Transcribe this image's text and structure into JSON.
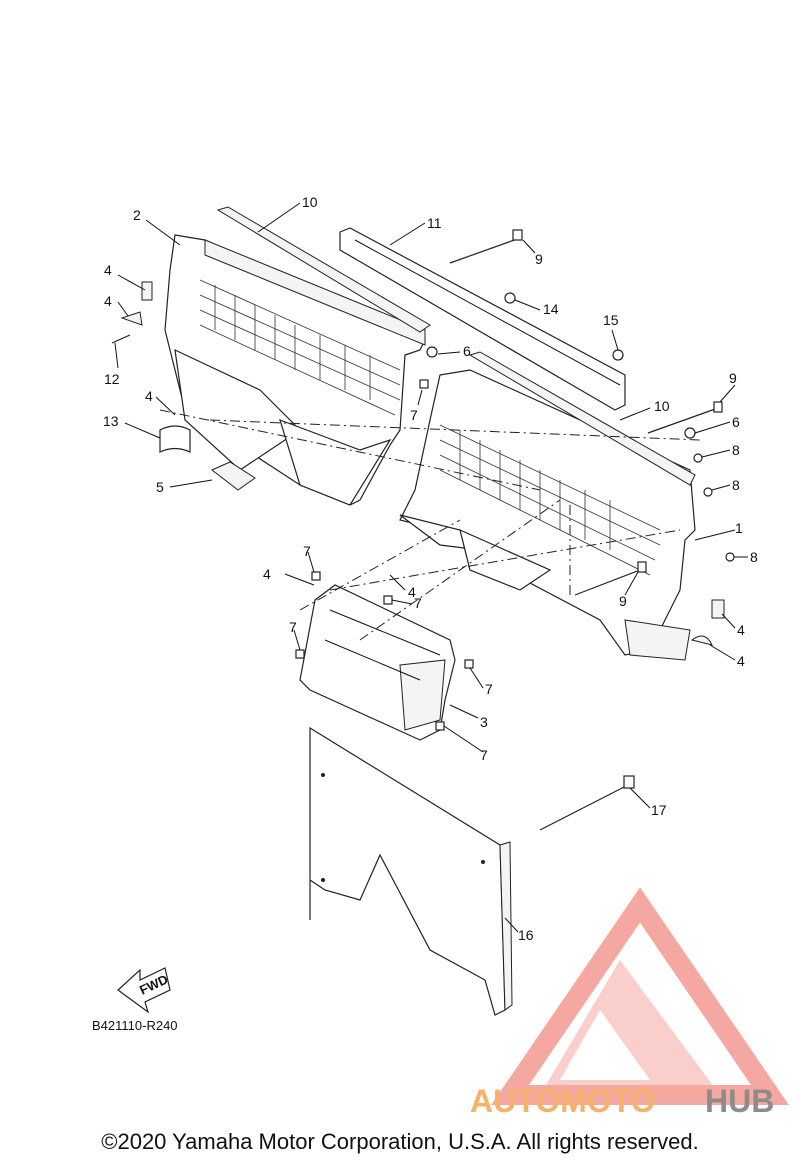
{
  "callouts": [
    {
      "id": "c1",
      "text": "1"
    },
    {
      "id": "c2",
      "text": "2"
    },
    {
      "id": "c3",
      "text": "3"
    },
    {
      "id": "c4a",
      "text": "4"
    },
    {
      "id": "c4b",
      "text": "4"
    },
    {
      "id": "c4c",
      "text": "4"
    },
    {
      "id": "c4d",
      "text": "4"
    },
    {
      "id": "c4e",
      "text": "4"
    },
    {
      "id": "c4f",
      "text": "4"
    },
    {
      "id": "c4g",
      "text": "4"
    },
    {
      "id": "c5",
      "text": "5"
    },
    {
      "id": "c6a",
      "text": "6"
    },
    {
      "id": "c6b",
      "text": "6"
    },
    {
      "id": "c7a",
      "text": "7"
    },
    {
      "id": "c7b",
      "text": "7"
    },
    {
      "id": "c7c",
      "text": "7"
    },
    {
      "id": "c7d",
      "text": "7"
    },
    {
      "id": "c7e",
      "text": "7"
    },
    {
      "id": "c7f",
      "text": "7"
    },
    {
      "id": "c8a",
      "text": "8"
    },
    {
      "id": "c8b",
      "text": "8"
    },
    {
      "id": "c8c",
      "text": "8"
    },
    {
      "id": "c9a",
      "text": "9"
    },
    {
      "id": "c9b",
      "text": "9"
    },
    {
      "id": "c9c",
      "text": "9"
    },
    {
      "id": "c10a",
      "text": "10"
    },
    {
      "id": "c10b",
      "text": "10"
    },
    {
      "id": "c11",
      "text": "11"
    },
    {
      "id": "c12",
      "text": "12"
    },
    {
      "id": "c13",
      "text": "13"
    },
    {
      "id": "c14",
      "text": "14"
    },
    {
      "id": "c15",
      "text": "15"
    },
    {
      "id": "c16",
      "text": "16"
    },
    {
      "id": "c17",
      "text": "17"
    }
  ],
  "fwd_label": "FWD",
  "diagram_code": "B421110-R240",
  "watermark": {
    "part1": "AUTOMOTO",
    "part2": "HUB",
    "color1": "#f6b26b",
    "color2": "#8c8c8c",
    "logo_color": "#f28b82"
  },
  "copyright": "©2020 Yamaha Motor Corporation, U.S.A. All rights reserved."
}
